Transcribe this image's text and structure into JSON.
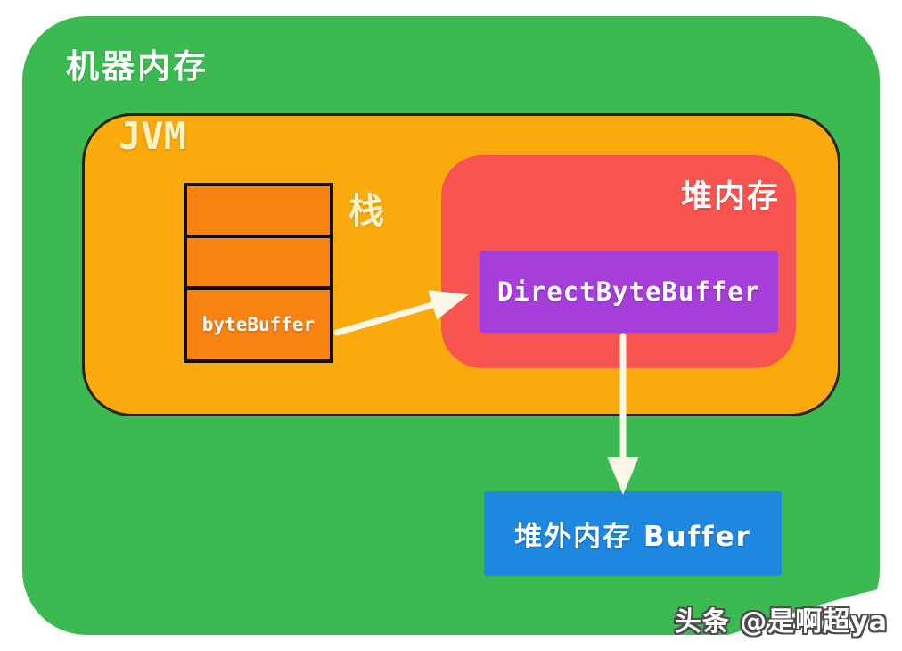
{
  "diagram": {
    "machine_memory_label": "机器内存",
    "jvm": {
      "label": "JVM"
    },
    "stack": {
      "label": "栈",
      "cells": [
        "",
        "",
        "byteBuffer"
      ]
    },
    "heap": {
      "label": "堆内存",
      "direct_byte_buffer_label": "DirectByteBuffer"
    },
    "off_heap": {
      "label": "堆外内存 Buffer"
    },
    "arrows": [
      {
        "from": "byteBuffer",
        "to": "DirectByteBuffer"
      },
      {
        "from": "DirectByteBuffer",
        "to": "堆外内存 Buffer"
      }
    ],
    "watermark": "头条 @是啊超ya"
  },
  "colors": {
    "page_bg": "#ffffff",
    "machine_memory_bg": "#3cba52",
    "jvm_bg": "#faaa0d",
    "jvm_border": "#26251b",
    "stack_cell_bg": "#f98310",
    "stack_border": "#0f0f0f",
    "heap_bg": "#f75450",
    "direct_byte_buffer_bg": "#a63fd9",
    "off_heap_bg": "#1e88e0",
    "arrow": "#fbf7e8",
    "label_cream": "#fcf3c5",
    "label_white": "#ffffff"
  }
}
